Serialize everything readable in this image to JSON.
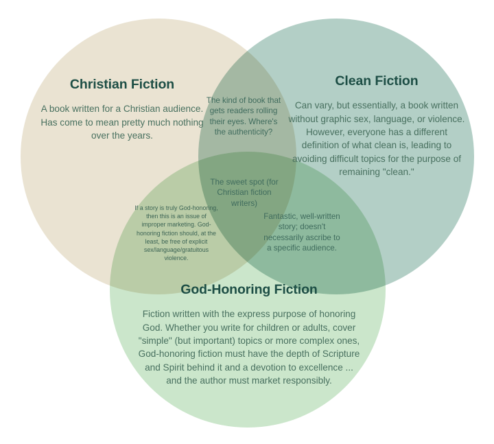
{
  "diagram": {
    "type": "venn-3-set",
    "background_color": "#ffffff",
    "title_color": "#1d4e45",
    "body_color": "#48705f"
  },
  "sets": {
    "christian": {
      "title": "Christian Fiction",
      "body": "A book written for a Christian audience. Has come to mean pretty much nothing over the years.",
      "fill_color": "#EAE3D2"
    },
    "clean": {
      "title": "Clean Fiction",
      "body": "Can vary, but essentially, a book written without graphic sex, language, or violence. However, everyone has a different definition of what clean is, leading to avoiding difficult topics for the purpose of remaining \"clean.\"",
      "fill_color": "#B3CFC6"
    },
    "god_honoring": {
      "title": "God-Honoring Fiction",
      "body": "Fiction written with the express purpose of honoring God. Whether you write for children or adults, cover \"simple\" (but important) topics or more complex ones, God-honoring fiction must have the depth of Scripture and Spirit behind it and a devotion to excellence ... and the author must market responsibly.",
      "fill_color": "#CBE6CB"
    }
  },
  "intersections": {
    "christian_clean": {
      "body": "The kind of book that gets readers rolling their eyes. Where's the authenticity?",
      "fill_color": "#AFC8B8"
    },
    "christian_god": {
      "body": "If a story is truly God-honoring, then this is an issue of improper marketing. God-honoring fiction should, at the least, be free of explicit sex/language/gratuitous violence.",
      "fill_color": "#BDD6B9"
    },
    "clean_god": {
      "body": "Fantastic, well-written story; doesn't necessarily ascribe to a specific audience.",
      "fill_color": "#A6CDB0"
    },
    "center": {
      "body": "The sweet spot (for Christian fiction writers)",
      "fill_color": "#97C8A4"
    }
  }
}
